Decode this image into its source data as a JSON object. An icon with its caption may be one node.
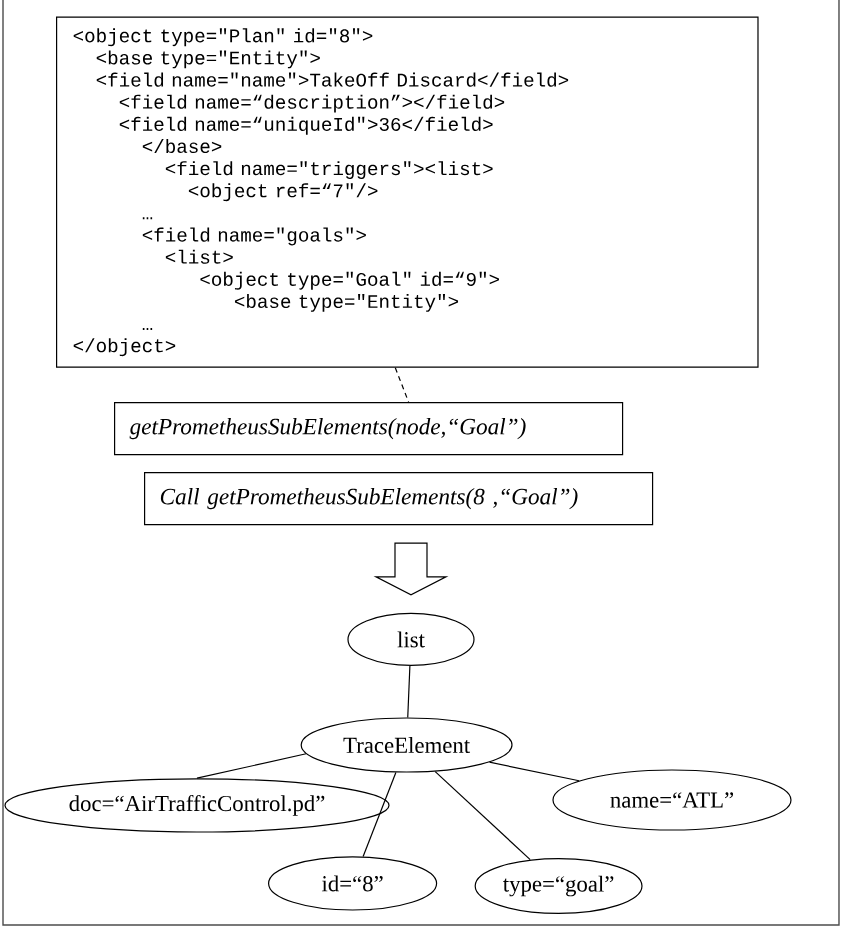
{
  "diagram": {
    "nodes": [
      {
        "text": [
          "<object type=\"Plan\" id=\"8\">",
          "<base type=\"Entity\">",
          "<field name=\"name\">TakeOff Discard</field>",
          "<field name=“description”></field>",
          "<field name=“uniqueId\">36</field>",
          "</base>",
          "<field name=\"triggers\"><list>",
          "<object ref=“7\"/>",
          "…",
          "<field name=\"goals\">",
          "<list>",
          "<object type=\"Goal\" id=“9\">",
          "<base type=\"Entity\">",
          "…",
          "</object>"
        ]
      },
      {
        "text": [
          "getPrometheusSubElements(node,“Goal”)"
        ]
      },
      {
        "text": [
          "Call getPrometheusSubElements(8 ,“Goal”)"
        ]
      },
      {
        "text": [
          "list"
        ]
      },
      {
        "text": [
          "TraceElement"
        ]
      },
      {
        "text": [
          "doc=“AirTrafficControl.pd”"
        ]
      },
      {
        "text": [
          "name=“ATL”"
        ]
      },
      {
        "text": [
          "id=“8”"
        ]
      },
      {
        "text": [
          "type=“goal”"
        ]
      }
    ],
    "edges": [
      {
        "from": 0,
        "to": 1,
        "arrow": "none",
        "style": "dashed"
      },
      {
        "from": 2,
        "to": 3,
        "arrow": "to"
      },
      {
        "from": 3,
        "to": 4,
        "arrow": "none"
      },
      {
        "from": 4,
        "to": 5,
        "arrow": "none"
      },
      {
        "from": 4,
        "to": 6,
        "arrow": "none"
      },
      {
        "from": 4,
        "to": 7,
        "arrow": "none"
      },
      {
        "from": 4,
        "to": 8,
        "arrow": "none"
      }
    ]
  }
}
